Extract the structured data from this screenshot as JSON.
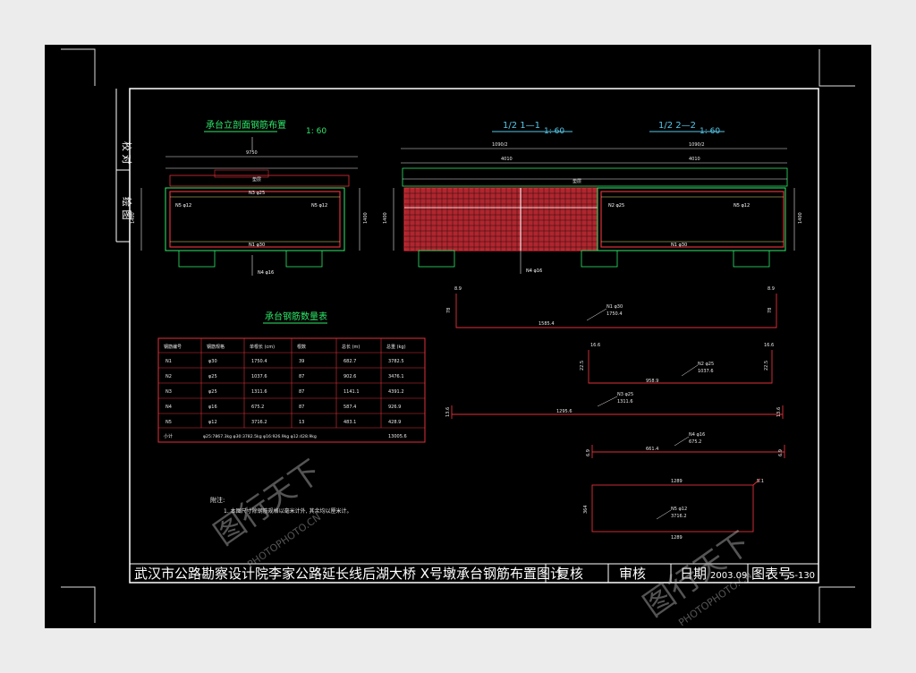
{
  "sheet": {
    "side_labels": [
      "校 对",
      "绘 图"
    ],
    "footer": {
      "project": "武汉市公路勘察设计院",
      "drawing_title": "李家公路延长线后湖大桥 X号墩承台钢筋布置图计",
      "review": "复核",
      "approve": "审核",
      "date_label": "日期",
      "date_value": "2003.09",
      "sheet_label": "图表号",
      "sheet_no": "S-130"
    }
  },
  "views": {
    "elevation_title": "承台立剖面钢筋布置",
    "elevation_scale": "1: 60",
    "section1_title": "1/2 1—1",
    "section1_scale": "1: 60",
    "section2_title": "1/2 2—2",
    "section2_scale": "1: 60",
    "dims": {
      "half_width_1": "1090/2",
      "half_width_2": "1090/2",
      "span_1": "4010",
      "span_2": "4010",
      "elev_top": "9750",
      "height": "1400",
      "cushion": "垫层"
    },
    "bar_marks": {
      "n1": "N1 φ30",
      "n2": "N2 φ25",
      "n3": "N3 φ25",
      "n4": "N4 φ16",
      "n5": "N5 φ12"
    }
  },
  "bar_table": {
    "title": "承台钢筋数量表",
    "headers": [
      "钢筋编号",
      "钢筋规格",
      "单根长 (cm)",
      "根数",
      "总长 (m)",
      "总重 (kg)"
    ],
    "rows": [
      [
        "N1",
        "φ30",
        "1750.4",
        "39",
        "682.7",
        "3782.5"
      ],
      [
        "N2",
        "φ25",
        "1037.6",
        "87",
        "902.6",
        "3476.1"
      ],
      [
        "N3",
        "φ25",
        "1311.6",
        "87",
        "1141.1",
        "4391.2"
      ],
      [
        "N4",
        "φ16",
        "675.2",
        "87",
        "587.4",
        "926.9"
      ],
      [
        "N5",
        "φ12",
        "3716.2",
        "13",
        "483.1",
        "428.9"
      ]
    ],
    "total_label": "小计",
    "total_specs": "φ25:7867.3kg  φ30:3782.5kg  φ16:926.9kg  φ12:428.9kg",
    "total_weight": "13005.6"
  },
  "notes": {
    "title": "附注:",
    "line1": "1. 本图尺寸除钢筋规格以毫米计外, 其余均以厘米计。"
  },
  "bar_shapes": {
    "n1": {
      "label": "N1 φ30",
      "length": "1750.4",
      "straight": "1585.4",
      "hook_l": "8.9",
      "hook_r": "8.9",
      "leg": "78"
    },
    "n2": {
      "label": "N2 φ25",
      "length": "1037.6",
      "straight": "958.9",
      "hook_l": "16.6",
      "hook_r": "16.6",
      "leg": "22.5"
    },
    "n3": {
      "label": "N3 φ25",
      "length": "1311.6",
      "straight": "1295.6",
      "side_l": "13.6",
      "side_r": "13.6"
    },
    "n4": {
      "label": "N4 φ16",
      "length": "675.2",
      "straight": "661.4",
      "side_l": "6.9",
      "side_r": "6.9"
    },
    "n5": {
      "label": "N5 φ12",
      "length": "3716.2",
      "top": "1289",
      "bottom": "1289",
      "height": "364",
      "corner": "5.1"
    }
  },
  "watermark": {
    "text": "图行天下",
    "url": "PHOTOPHOTO.CN"
  },
  "colors": {
    "frame": "#ffffff",
    "line": "#e8e8e8",
    "green": "#2fe86a",
    "red": "#e0303a",
    "yellow": "#e5e07a",
    "cyan": "#55c6e6",
    "mesh": "#b0262e"
  }
}
